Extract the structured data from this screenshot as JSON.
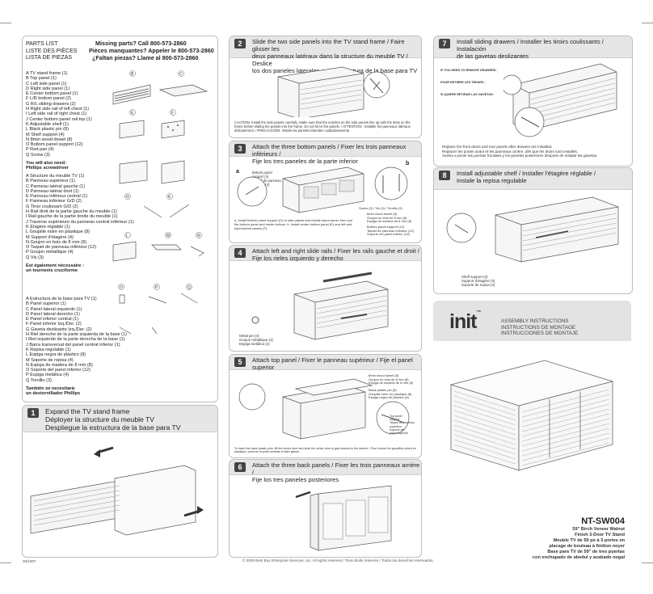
{
  "parts_panel": {
    "title_lines": [
      "PARTS LIST",
      "LISTE DES PIÈCES",
      "LISTA DE PIEZAS"
    ],
    "missing_lines": [
      "Missing parts? Call 800-573-2860",
      "Pièces manquantes? Appeler le 800-573-2860",
      "¿Faltan piezas? Llame al 800-573-2860"
    ],
    "parts_en": [
      "A  TV stand frame (1)",
      "B  Top panel (1)",
      "C  Left side panel (1)",
      "D  Right side panel (1)",
      "E  Center bottom panel (1)",
      "F  L/R bottom panel (2)",
      "G  R/L sliding drawers (2)",
      "H  Right side rail of left chest (1)",
      "I  Left side rail of right chest (1)",
      "J  Center bottom panel rail top (1)",
      "K  Adjustable shelf (1)",
      "L  Black plastic pin (8)",
      "M  Shelf support (4)",
      "N  8mm wood dowel (8)",
      "O  Bottom panel support (12)",
      "P  Red pan (4)",
      "Q  Screw (3)"
    ],
    "tools_en_title": "You will also need:",
    "tools_en_tool": "Phillips screwdriver",
    "parts_fr": [
      "A  Structure du meuble TV (1)",
      "B  Panneau supérieur (1)",
      "C  Panneau latéral gauche (1)",
      "D  Panneau latéral droit (1)",
      "E  Panneau inférieur central (1)",
      "F  Panneau inférieur G/D (2)",
      "G  Tiroir coulissant G/D (2)",
      "H  Rail droit de la partie gauche du meuble (1)",
      "I  Rail gauche de la partie droite du meuble (1)",
      "J  Traverse supérieure du panneau central inférieur (1)",
      "K  Étagère réglable (1)",
      "L  Goupille noire en plastique (8)",
      "M  Support d'étagère (4)",
      "N  Goujon en bois de 8 mm (8)",
      "O  Taquet de panneau inférieur (12)",
      "P  Goujon métallique (4)",
      "Q  Vis (3)"
    ],
    "tools_fr_title": "Est également nécessaire :",
    "tools_fr_tool": "un tournevis cruciforme",
    "parts_es": [
      "A  Estructura de la base para TV (1)",
      "B  Panel superior (1)",
      "C  Panel lateral izquierdo (1)",
      "D  Panel lateral derecho (1)",
      "E  Panel inferior central (1)",
      "F  Panel inferior Izq./Der. (2)",
      "G  Gaveta deslizante Izq./Der. (2)",
      "H  Riel derecho de la parte izquierda de la base (1)",
      "I  Riel izquierdo de la parte derecha de la base (1)",
      "J  Barra transversal del panel central inferior (1)",
      "K  Repisa regulable (1)",
      "L  Espiga negra de plástico (8)",
      "M  Soporte de repisa (4)",
      "N  Espiga de madera de 8 mm (8)",
      "O  Soporte del panel inferior (12)",
      "P  Espiga metálica (4)",
      "Q  Tornillo (3)"
    ],
    "tools_es_title": "También se necesitará:",
    "tools_es_tool": "un destornillador Phillips",
    "part_letters": [
      "B",
      "C",
      "E",
      "F",
      "H",
      "K",
      "L",
      "M",
      "N",
      "O",
      "P",
      "Q"
    ],
    "doc_code": "08/1807"
  },
  "steps": [
    {
      "num": "1",
      "title": [
        "Expand the TV stand frame",
        "Déployer la structure du meuble TV",
        "Despliegue la estructura de la base para TV"
      ]
    },
    {
      "num": "2",
      "title": [
        "Slide the two side panels into the TV stand frame / Faire glisser les",
        "deux panneaux latéraux dans la structure du meuble TV / Deslice",
        "los dos paneles laterales en la estructura de la base para TV"
      ]
    },
    {
      "num": "3",
      "title": [
        "Attach the three bottom panels / Fixer les trois panneaux inférieurs /",
        "Fije los tres paneles de la parte inferior"
      ]
    },
    {
      "num": "4",
      "title": [
        "Attach left and right slide rails / Fixer les rails gauche et droit /",
        "Fije los rieles izquierdo y derecho"
      ]
    },
    {
      "num": "5",
      "title": [
        "Attach top panel / Fixer le panneau supérieur / Fije el panel superior"
      ]
    },
    {
      "num": "6",
      "title": [
        "Attach the three back panels / Fixer les trois panneaux arrière /",
        "Fije los tres paneles posteriores"
      ]
    },
    {
      "num": "7",
      "title": [
        "Install sliding drawers / Installer les tiroirs coulissants / Instalación",
        "de las gavetas deslizantes"
      ]
    },
    {
      "num": "8",
      "title": [
        "Install adjustable shelf / Installer l'étagère réglable /",
        "Instale la repisa regulable"
      ]
    }
  ],
  "step2_caution": "CAUTION: Install the side panels carefully. Make sure that the notches on the side panels line up with the slots on the frame before sliding the panels into the frame. Do not force the panels. / ATTENTION : Installer les panneaux latéraux délicatement. / PRECAUCIÓN: Instale los paneles laterales cuidadosamente.",
  "step3_labels": {
    "a": "a",
    "b": "b",
    "bps": [
      "Bottom panel",
      "support (4)",
      "Taquet de panneau",
      "inférieur (4)"
    ],
    "screw": "Screw (3) / Vis (3) / Tornillo (3)",
    "dowel": [
      "8mm wood dowel (8)",
      "Goujon en bois de 8 mm (8)",
      "Espiga de madera de 8 mm (8)"
    ],
    "bps2": [
      "Bottom panel support (12)",
      "Taquet de panneau inférieur (12)",
      "Soporte del panel inferior (12)"
    ]
  },
  "step3_note": "a. Install bottom panel support (O) to side panels and middle stand panel, then use the bottom panel and center bottom. b. Install center bottom panel (E) and left and right bottom panels (F).",
  "step4_labels": [
    "Metal pin (4)",
    "Goujon métallique (4)",
    "Espiga metálica (4)"
  ],
  "step5_labels": {
    "dowel": [
      "8mm wood dowel (8)",
      "Goujon en bois de 8 mm (8)",
      "Espiga de madera de 8 mm (8)"
    ],
    "pin": [
      "Black plastic pin (8)",
      "Goupille noire en plastique (8)",
      "Espiga negra de plástico (8)"
    ],
    "bps": [
      "Top panel",
      "support",
      "Taquet du panneau",
      "supérieur",
      "Soporte del",
      "panel superior"
    ]
  },
  "step5_note": "To insert the black plastic pins, lift the center door and slide the center door to gain access to the interior. / Pour insérer les goupilles noires en plastique, soulever la porte centrale et faire glisser.",
  "step7_notes": {
    "en_title": "IF YOU NEED TO REMOVE DRAWERS:",
    "fr_title": "POUR RETIRER LES TIROIRS :",
    "es_title": "SI QUIERE RETIRAR LAS GAVETAS:",
    "bottom": [
      "Replace the front doors and rear panels after drawers are installed.",
      "Replacer les portes avant et les panneaux arrière, dès que les tiroirs sont installés.",
      "Vuelva a poner las puertas frontales y los paneles posteriores después de instalar las gavetas."
    ]
  },
  "step8_labels": [
    "Shelf support (4)",
    "Support d'étagère (4)",
    "Soporte de repisa (4)"
  ],
  "cover": {
    "logo": "init",
    "tm": "™",
    "assembly": [
      "ASSEMBLY INSTRUCTIONS",
      "INSTRUCTIONS DE MONTAGE",
      "INSTRUCCIONES DE MONTAJE"
    ],
    "model": "NT-SW004",
    "desc_en": [
      "59\" Birch Veneer Walnut",
      "Finish 3-Door TV Stand"
    ],
    "desc_fr": [
      "Meuble TV de 59 po à 3 portes en",
      "placage de bouleau à finition noyer"
    ],
    "desc_es": [
      "Base para TV de 59\" de tres puertas",
      "con enchapado de abedul y acabado nogal"
    ]
  },
  "copyright": "© 2009 Best Buy Enterprise Services, Inc. All rights reserved / Tous droits réservés / Todos los derechos reservados."
}
